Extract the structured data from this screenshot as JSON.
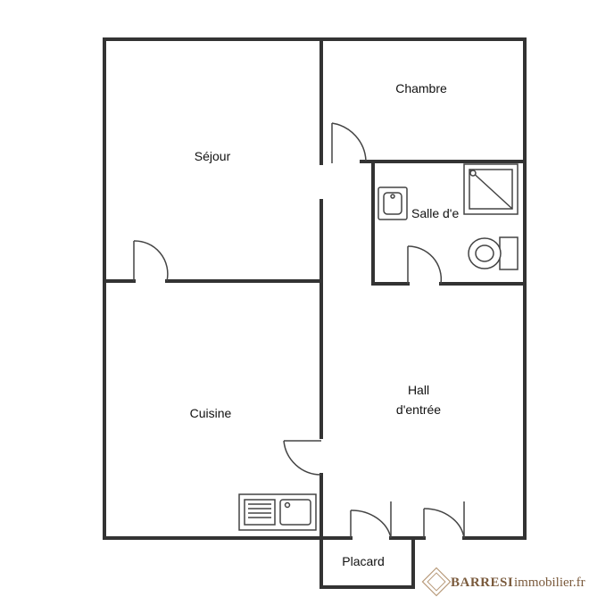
{
  "rooms": {
    "sejour": "Séjour",
    "chambre": "Chambre",
    "salle": "Salle d'e",
    "cuisine": "Cuisine",
    "hall_line1": "Hall",
    "hall_line2": "d'entrée",
    "placard": "Placard"
  },
  "watermark": {
    "brand": "BARRESI",
    "suffix": "immobilier.fr"
  }
}
